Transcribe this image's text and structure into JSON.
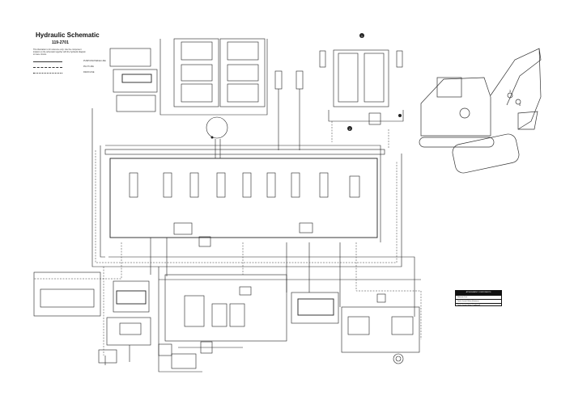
{
  "title": "Hydraulic Schematic",
  "part_number": "119-2701",
  "note": "This illustration is for reference only. Use the component location on the schematic together with the hydraulic diagram to trace circuits.",
  "legend": [
    {
      "label": "PUMP DISCHARGE LINE",
      "style": "solid"
    },
    {
      "label": "PILOT LINE",
      "style": "dash"
    },
    {
      "label": "DRAIN LINE",
      "style": "dot"
    }
  ],
  "attachment_table": {
    "header": "ATTACHMENT COMPONENTS",
    "rows": [
      "Hammer Line",
      "Tools Control Valve (Hammer)",
      "Tools Control Valve (Combined)"
    ]
  },
  "callouts": [
    "1",
    "2",
    "3",
    "4"
  ]
}
